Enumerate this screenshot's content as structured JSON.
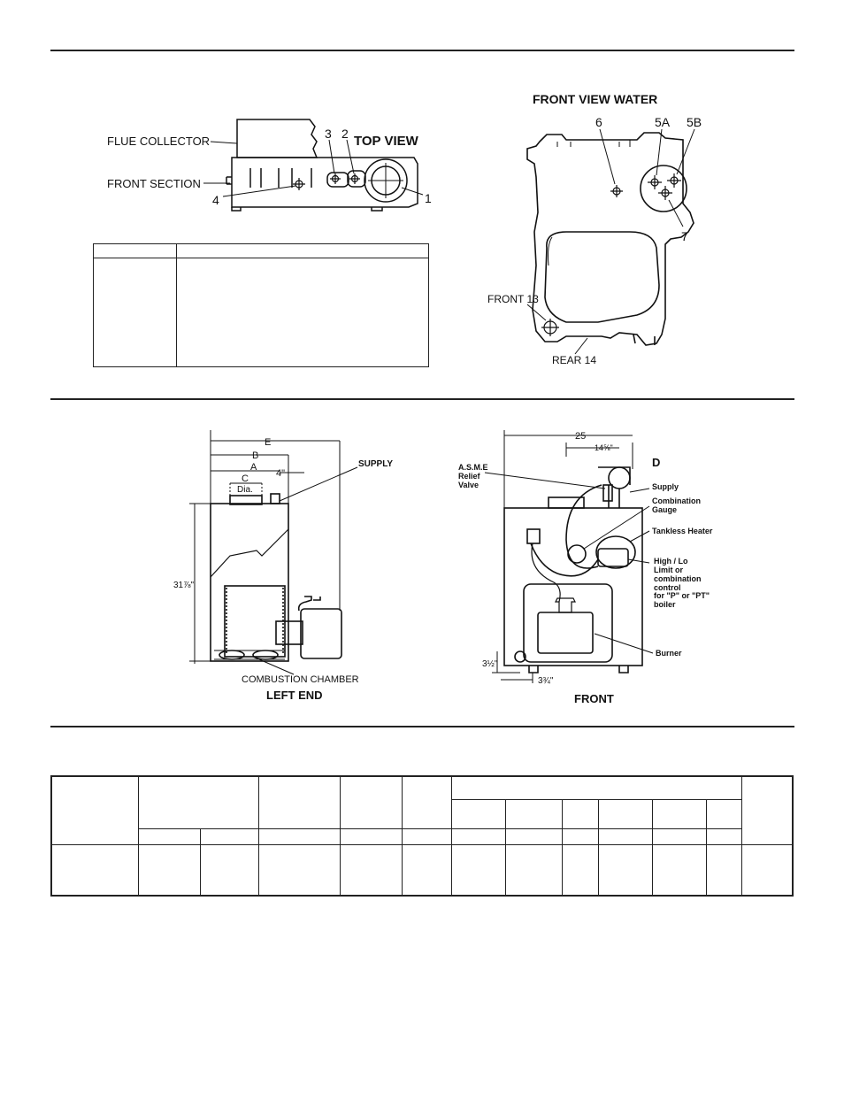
{
  "top_view": {
    "title": "TOP VIEW",
    "flue_collector": "FLUE COLLECTOR",
    "front_section": "FRONT SECTION",
    "callouts": [
      "1",
      "2",
      "3",
      "4"
    ]
  },
  "front_view_water": {
    "title": "FRONT VIEW WATER",
    "callouts": [
      "6",
      "5A",
      "5B",
      "7"
    ],
    "front_label": "FRONT 13",
    "rear_label": "REAR 14"
  },
  "left_end": {
    "title": "LEFT END",
    "dim_e": "E",
    "dim_b": "B",
    "dim_a": "A",
    "dim_c": "C",
    "dim_c_sub": "Dia.",
    "dim_4": "4\"",
    "supply": "SUPPLY",
    "height": "31⅞\"",
    "combustion_chamber": "COMBUSTION CHAMBER"
  },
  "front_diagram": {
    "title": "FRONT",
    "dim_25": "25",
    "dim_14": "14⅝\"",
    "d_label": "D",
    "relief_valve": [
      "A.S.M.E",
      "Relief",
      "Valve"
    ],
    "supply": "Supply",
    "combination_gauge": [
      "Combination",
      "Gauge"
    ],
    "tankless_heater": "Tankless Heater",
    "control": [
      "High / Lo",
      "Limit or",
      "combination",
      "control",
      "for \"P\" or \"PT\"",
      "boiler"
    ],
    "burner": "Burner",
    "dim_3_5": "3½\"",
    "dim_3_75": "3¾\""
  }
}
